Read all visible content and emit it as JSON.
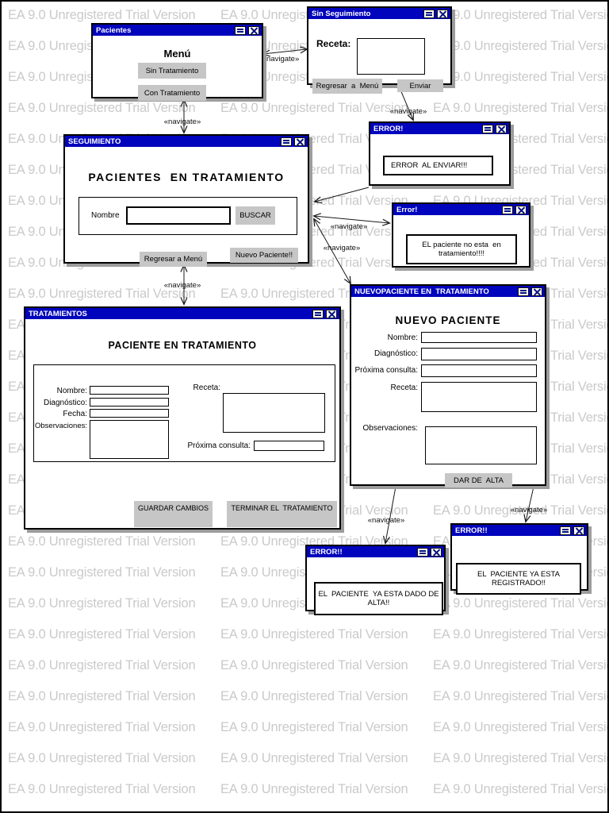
{
  "watermark": {
    "text": "EA 9.0 Unregistered Trial Version"
  },
  "colors": {
    "titlebar_blue": "#0004BC",
    "button_gray": "#C6C6C6",
    "watermark_gray": "#CACACA"
  },
  "labels": {
    "navigate": "«navigate»"
  },
  "icons": {
    "minimize": "minimize-icon",
    "close": "close-icon"
  },
  "windows": {
    "pacientes": {
      "title": "Pacientes",
      "heading": "Menú",
      "btn_sin": "Sin Tratamiento",
      "btn_con": "Con Tratamiento"
    },
    "sin_seguimiento": {
      "title": "Sin Seguimiento",
      "receta_label": "Receta:",
      "btn_regresar": "Regresar  a  Menú",
      "btn_enviar": "Enviar"
    },
    "error_enviar": {
      "title": "ERROR!",
      "message": "ERROR  AL ENVIAR!!!"
    },
    "seguimiento": {
      "title": "SEGUIMIENTO",
      "heading": "PACIENTES  EN TRATAMIENTO",
      "nombre_label": "Nombre",
      "btn_buscar": "BUSCAR",
      "btn_regresar": "Regresar a Menú",
      "btn_nuevo": "Nuevo Paciente!!"
    },
    "error_no_tratamiento": {
      "title": "Error!",
      "message": "EL paciente no esta  en tratamiento!!!!"
    },
    "nuevo_paciente": {
      "title": "NUEVOPACIENTE EN  TRATAMIENTO",
      "heading": "NUEVO PACIENTE",
      "lbl_nombre": "Nombre:",
      "lbl_diagnostico": "Diagnóstico:",
      "lbl_proxima": "Próxima consulta:",
      "lbl_receta": "Receta:",
      "lbl_observaciones": "Observaciones:",
      "btn_alta": "DAR DE  ALTA"
    },
    "tratamientos": {
      "title": "TRATAMIENTOS",
      "heading": "PACIENTE EN TRATAMIENTO",
      "lbl_nombre": "Nombre:",
      "lbl_diagnostico": "Diagnóstico:",
      "lbl_fecha": "Fecha:",
      "lbl_observaciones": "Observaciones:",
      "lbl_receta": "Receta:",
      "lbl_proxima": "Próxima consulta:",
      "btn_guardar": "GUARDAR CAMBIOS",
      "btn_terminar": "TERMINAR EL  TRATAMIENTO"
    },
    "error_dado_alta": {
      "title": "ERROR!!",
      "message": "EL  PACIENTE  YA ESTA DADO DE ALTA!!"
    },
    "error_registrado": {
      "title": "ERROR!!",
      "message": "EL  PACIENTE YA ESTA REGISTRADO!!"
    }
  }
}
